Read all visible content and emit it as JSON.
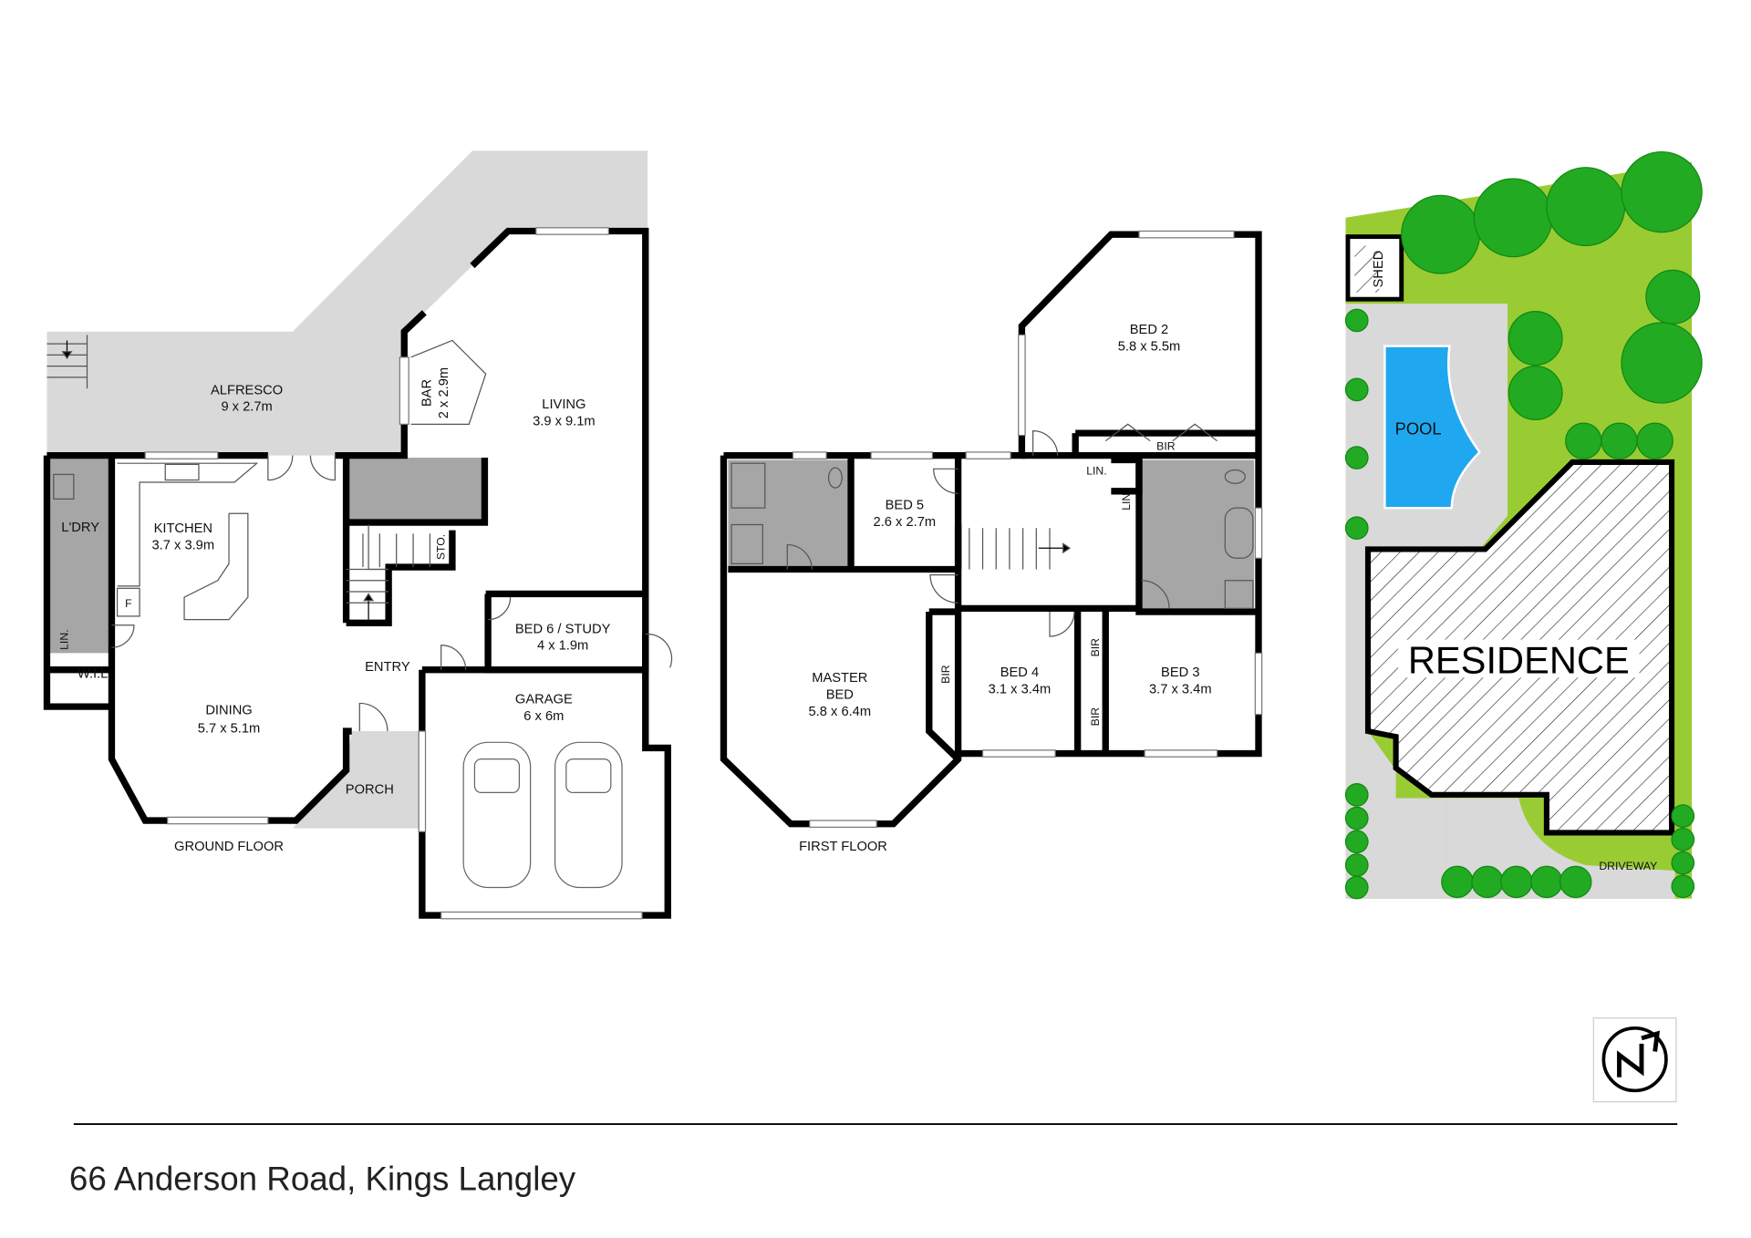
{
  "title": "66 Anderson Road, Kings Langley",
  "colors": {
    "wall": "#000000",
    "paved": "#d9d9d9",
    "wet": "#a6a6a6",
    "lawn": "#99cc33",
    "tree": "#22aa22",
    "pool": "#1fa8f0"
  },
  "ground_floor": {
    "label": "GROUND FLOOR",
    "rooms": {
      "alfresco": {
        "name": "ALFRESCO",
        "size": "9 x 2.7m"
      },
      "bar": {
        "name": "BAR",
        "size": "2 x 2.9m"
      },
      "living": {
        "name": "LIVING",
        "size": "3.9 x 9.1m"
      },
      "kitchen": {
        "name": "KITCHEN",
        "size": "3.7 x 3.9m"
      },
      "laundry": {
        "name": "L'DRY"
      },
      "linen": {
        "name": "LIN."
      },
      "wil": {
        "name": "W.I.L"
      },
      "fridge": {
        "name": "F"
      },
      "storage": {
        "name": "STO."
      },
      "study": {
        "name": "BED 6 / STUDY",
        "size": "4 x 1.9m"
      },
      "entry": {
        "name": "ENTRY"
      },
      "dining": {
        "name": "DINING",
        "size": "5.7 x 5.1m"
      },
      "garage": {
        "name": "GARAGE",
        "size": "6 x 6m"
      },
      "porch": {
        "name": "PORCH"
      }
    }
  },
  "first_floor": {
    "label": "FIRST FLOOR",
    "rooms": {
      "bed2": {
        "name": "BED 2",
        "size": "5.8 x 5.5m"
      },
      "bed2_bir": {
        "name": "BIR"
      },
      "bed5": {
        "name": "BED 5",
        "size": "2.6 x 2.7m"
      },
      "lin1": {
        "name": "LIN."
      },
      "lin2": {
        "name": "LIN."
      },
      "master": {
        "name": "MASTER",
        "name2": "BED",
        "size": "5.8 x 6.4m"
      },
      "master_bir": {
        "name": "BIR"
      },
      "bed4": {
        "name": "BED 4",
        "size": "3.1 x 3.4m"
      },
      "bir_a": {
        "name": "BIR"
      },
      "bir_b": {
        "name": "BIR"
      },
      "bed3": {
        "name": "BED 3",
        "size": "3.7 x 3.4m"
      }
    }
  },
  "site": {
    "shed": "SHED",
    "pool": "POOL",
    "residence": "RESIDENCE",
    "driveway": "DRIVEWAY"
  },
  "compass": {
    "letter": "N"
  }
}
